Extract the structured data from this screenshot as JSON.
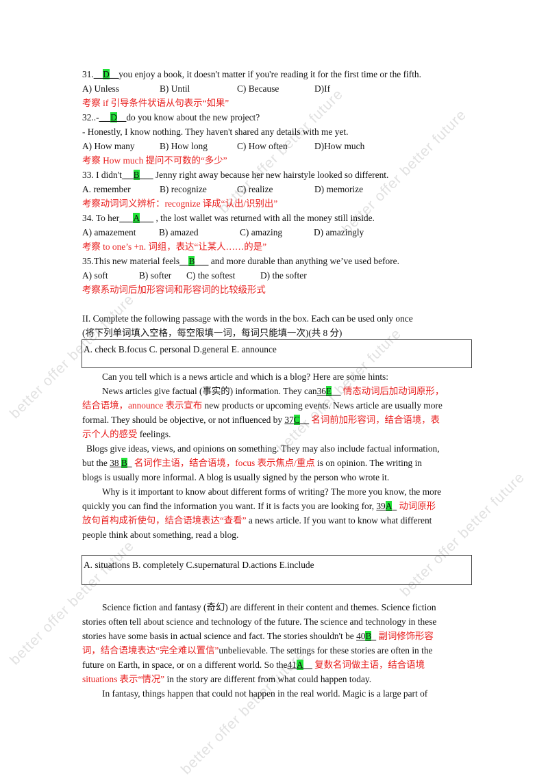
{
  "watermark": {
    "text": "better offer better future"
  },
  "questions": [
    {
      "num": "31.",
      "pre": "__",
      "answer": "D",
      "post_blank": "__",
      "text": "you enjoy a book, it doesn't matter if you're reading it for the first time or the fifth.",
      "options": [
        "A) Unless",
        "B) Until",
        "C) Because",
        "D)If"
      ],
      "note": "考察 if 引导条件状语从句表示“如果”"
    },
    {
      "num": "32..-",
      "pre": " __",
      "answer": "D",
      "post_blank": "__",
      "text": "do you know about the new project?",
      "extra": "- Honestly, I know nothing. They haven't shared any details with me yet.",
      "options": [
        "A)  How many",
        "B) How long",
        "C) How often",
        "D)How much"
      ],
      "note": "考察 How much  提问不可数的“多少”"
    },
    {
      "num": "33. I didn't",
      "pre": " __",
      "answer": "B",
      "post_blank": "___",
      "text": " Jenny right away because her new hairstyle looked so different.",
      "options": [
        "A. remember",
        "B) recognize",
        "C) realize",
        "D) memorize"
      ],
      "note": "考察动词词义辨析：recognize 译成“认出/识别出”"
    },
    {
      "num": "34. To her",
      "pre": "___",
      "answer": "A",
      "post_blank": "___",
      "text": " , the lost wallet was returned with all the money still inside.",
      "options": [
        "A) amazement",
        "B) amazed",
        "C) amazing",
        "D) amazingly"
      ],
      "note": "考察 to one’s +n.  词组，表达“让某人……的是”"
    },
    {
      "num": "35.This new material feels",
      "pre": "__",
      "answer": "B",
      "post_blank": "___",
      "text": " and more durable than anything we’ve used before.",
      "options": [
        "A) soft",
        "B) softer",
        "C) the softest",
        "D) the softer"
      ],
      "note": "考察系动词后加形容词和形容词的比较级形式"
    }
  ],
  "section2": {
    "title": "II. Complete the following passage with the words in the box. Each can be used only once",
    "subtitle": "(将下列单词填入空格，每空限填一词，每词只能填一次)(共 8 分)",
    "box1": "A. check B.focus C. personal D.general E. announce",
    "box2": "A. situations B. completely C.supernatural D.actions E.include"
  },
  "passage1": {
    "l1": "Can you tell which is a news article and which is a blog? Here are some hints:",
    "l2a": "News articles give factual (事实的) information. They can",
    "b36n": "36",
    "b36a": "E",
    "b36u": "__",
    "n36a": "  情态动词后加动词原形，",
    "n36b": "结合语境，",
    "n36c": "announce  表示宣布",
    "l3a": " new products or upcoming events. News article are usually more",
    "l4a": "formal. They should be objective, or not influenced by ",
    "b37n": "  37",
    "b37a": "C",
    "b37u": "__",
    "n37a": "  名词前加形容词，结合语境，表",
    "n37b": "示个人的感受",
    "l5a": " feelings.",
    "l6": "Blogs give ideas, views, and opinions on something. They may also include factual information,",
    "l7a": "but the ",
    "b38n": "  38 ",
    "b38a": "B",
    "b38u": "_",
    "n38a": "  名词作主语，结合语境，",
    "n38b": "focus 表示焦点/重点",
    "l7b": " is on opinion. The writing in",
    "l8": "blogs is usually more informal. A blog is usually signed by the person who wrote it.",
    "l9": "Why is it important to know about different forms of writing? The more you know, the more",
    "l10a": "quickly you can find the information you want. If it is facts you are looking for, ",
    "b39n": "  39",
    "b39a": "A",
    "b39u": "_",
    "n39a": "  动词原形",
    "n39b": "放句首构成祈使句，结合语境表达“查看”",
    "l11a": "   a news article. If you want to know what different",
    "l12": "people think about something, read a blog."
  },
  "passage2": {
    "l1": "Science fiction and fantasy (奇幻) are different in their content and themes. Science fiction",
    "l2": "stories often tell about science and technology of the future. The science and technology in these",
    "l3a": "stories have some basis in actual science and fact. The stories shouldn't be ",
    "b40n": "  40",
    "b40a": "B",
    "b40u": "_",
    "n40a": "  副词修饰形容",
    "n40b": "词，结合语境表达“完全难以置信”",
    "l4a": "unbelievable. The settings for these stories are often in the",
    "l5a": "future on Earth, in space, or on a different world. So    the",
    "b41n": "41",
    "b41a": "A",
    "b41u": "__",
    "n41a": "  复数名词做主语，结合语境",
    "n41b": "situations  表示“情况”",
    "l6a": " in the story are different from what could happen today.",
    "l7": "In fantasy, things happen that could not happen in the real world. Magic is a large part of"
  }
}
